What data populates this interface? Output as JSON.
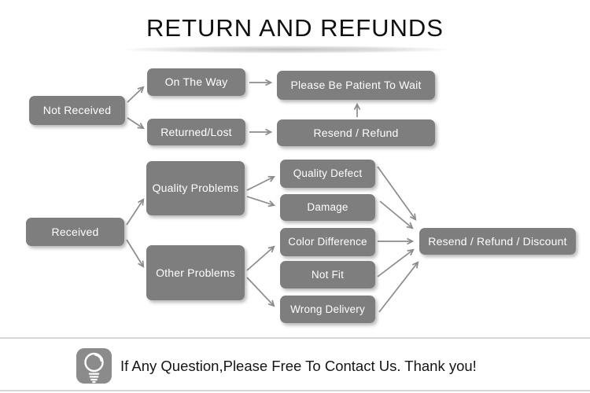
{
  "title": "RETURN AND REFUNDS",
  "diagram": {
    "nodes": {
      "not_received": {
        "label": "Not Received"
      },
      "on_the_way": {
        "label": "On The Way"
      },
      "returned_lost": {
        "label": "Returned/Lost"
      },
      "be_patient": {
        "label": "Please Be Patient To Wait"
      },
      "resend_refund": {
        "label": "Resend / Refund"
      },
      "received": {
        "label": "Received"
      },
      "quality_problems": {
        "label": "Quality Problems"
      },
      "other_problems": {
        "label": "Other Problems"
      },
      "quality_defect": {
        "label": "Quality Defect"
      },
      "damage": {
        "label": "Damage"
      },
      "color_difference": {
        "label": "Color Difference"
      },
      "not_fit": {
        "label": "Not Fit"
      },
      "wrong_delivery": {
        "label": "Wrong Delivery"
      },
      "resend_refund_discount": {
        "label": "Resend / Refund / Discount"
      }
    },
    "edges": [
      [
        "not_received",
        "on_the_way"
      ],
      [
        "not_received",
        "returned_lost"
      ],
      [
        "on_the_way",
        "be_patient"
      ],
      [
        "returned_lost",
        "resend_refund"
      ],
      [
        "resend_refund",
        "be_patient"
      ],
      [
        "received",
        "quality_problems"
      ],
      [
        "received",
        "other_problems"
      ],
      [
        "quality_problems",
        "quality_defect"
      ],
      [
        "quality_problems",
        "damage"
      ],
      [
        "other_problems",
        "color_difference"
      ],
      [
        "other_problems",
        "wrong_delivery"
      ],
      [
        "quality_defect",
        "resend_refund_discount"
      ],
      [
        "damage",
        "resend_refund_discount"
      ],
      [
        "color_difference",
        "resend_refund_discount"
      ],
      [
        "not_fit",
        "resend_refund_discount"
      ],
      [
        "wrong_delivery",
        "resend_refund_discount"
      ]
    ]
  },
  "footer": {
    "message": "If Any Question,Please Free To Contact Us. Thank you!",
    "icon": "lightbulb-icon"
  },
  "colors": {
    "background": "#ffffff",
    "node_fill": "#7e7e7e",
    "node_text": "#ffffff",
    "arrow": "#8c8c8c",
    "title_text": "#0f0f0f",
    "divider": "#c9c9c9",
    "footer_rule": "#d6d6d6",
    "icon_fill": "#8b8b8b"
  }
}
